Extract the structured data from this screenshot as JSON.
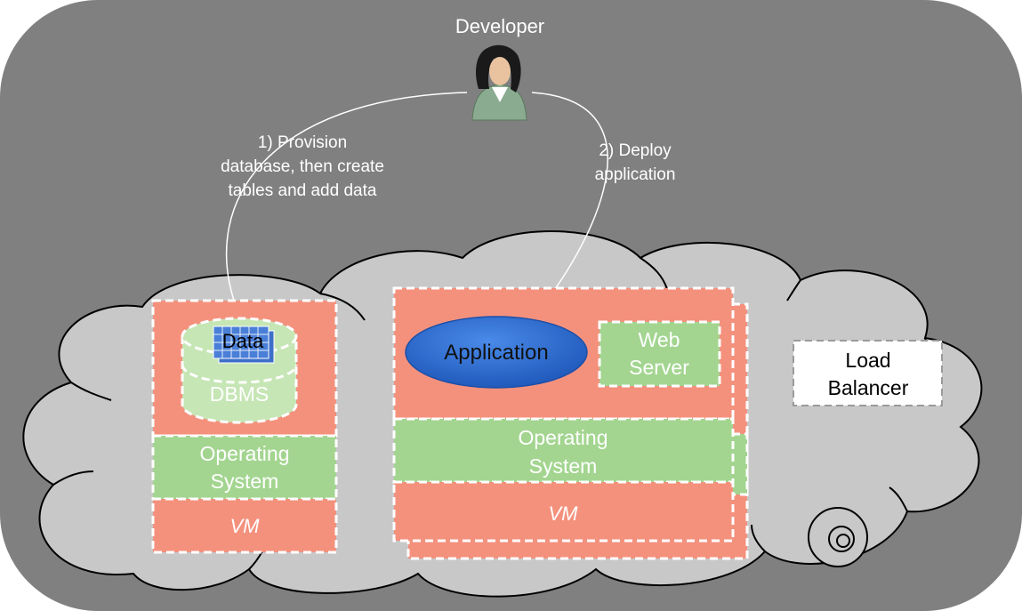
{
  "developer": {
    "label": "Developer"
  },
  "steps": {
    "step1": [
      "1) Provision",
      "database, then create",
      "tables and add data"
    ],
    "step2": [
      "2) Deploy",
      "application"
    ]
  },
  "db_stack": {
    "data_label": "Data",
    "dbms_label": "DBMS",
    "os_label": [
      "Operating",
      "System"
    ],
    "vm_label": "VM"
  },
  "app_stack": {
    "application_label": "Application",
    "web_server_label": [
      "Web",
      "Server"
    ],
    "os_label": [
      "Operating",
      "System"
    ],
    "vm_label": "VM"
  },
  "load_balancer": {
    "label": [
      "Load",
      "Balancer"
    ]
  },
  "colors": {
    "background": "#808080",
    "cloud": "#c8c8c8",
    "salmon": "#f4917d",
    "green": "#a3d590",
    "dbms_green": "#c6e6b5",
    "app_blue": "#2f6fd6",
    "white": "#ffffff"
  }
}
